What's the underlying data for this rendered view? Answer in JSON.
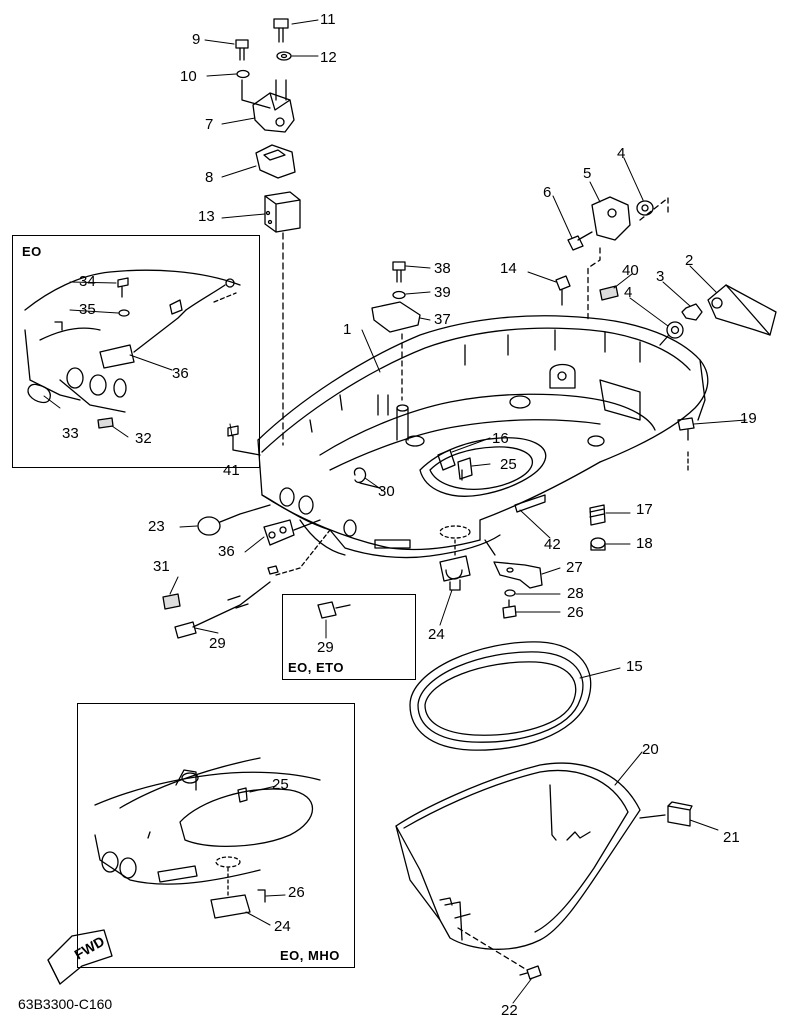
{
  "diagram": {
    "drawing_code": "63B3300-C160",
    "fwd_label": "FWD",
    "insets": [
      {
        "id": "eo-top",
        "label": "EO"
      },
      {
        "id": "eo-eto",
        "label": "EO, ETO"
      },
      {
        "id": "eo-mho",
        "label": "EO, MHO"
      }
    ],
    "callouts": [
      "1",
      "2",
      "3",
      "4",
      "4",
      "5",
      "6",
      "7",
      "8",
      "9",
      "10",
      "11",
      "12",
      "13",
      "14",
      "15",
      "16",
      "17",
      "18",
      "19",
      "20",
      "21",
      "22",
      "23",
      "24",
      "24",
      "25",
      "25",
      "26",
      "26",
      "27",
      "28",
      "29",
      "29",
      "30",
      "31",
      "32",
      "33",
      "34",
      "35",
      "36",
      "36",
      "37",
      "38",
      "39",
      "40",
      "41",
      "42"
    ]
  }
}
